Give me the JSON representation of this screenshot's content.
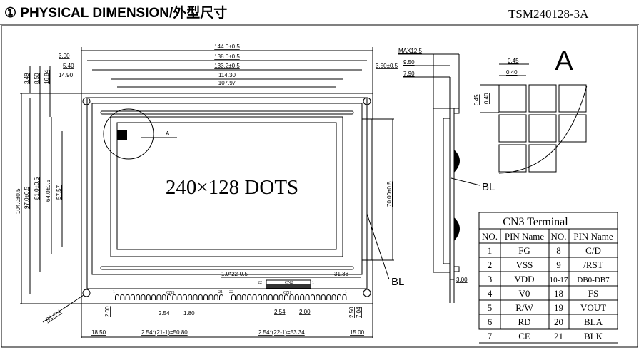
{
  "header": {
    "title": "① PHYSICAL DIMENSION/外型尺寸",
    "model": "TSM240128-3A"
  },
  "front": {
    "dims_h": [
      "144.0±0.5",
      "138.0±0.5",
      "133.2±0.5",
      "114.30",
      "107.97",
      "3.00",
      "5.40",
      "14.90",
      "3.50±0.5"
    ],
    "dims_v_top": [
      "3.49",
      "8.50",
      "16.84"
    ],
    "dims_v_left": [
      "104.0±0.5",
      "97.0±0.5",
      "81.0±0.5",
      "64.0±0.5",
      "57.57"
    ],
    "dots_label": "240×128 DOTS",
    "detail_ref": "A",
    "height_dim": "70.00±0.5",
    "bl": "BL",
    "cn2": {
      "pitch": "1.0*22-0.5",
      "offset": "31.38",
      "name": "CN2",
      "first": "22",
      "last": "1"
    },
    "cn3": {
      "name": "CN3",
      "first": "1",
      "last": "21"
    },
    "cn1": {
      "name": "CN1",
      "first": "22",
      "last": "1"
    },
    "bottom_dims": [
      "2.00",
      "2.54",
      "1.80",
      "2.54",
      "2.00",
      "2.50",
      "7.04",
      "18.50",
      "2.54*(21-1)=50.80",
      "2.54*(22-1)=53.34",
      "15.00"
    ],
    "hole": "R1.6*4"
  },
  "side": {
    "dims": [
      "MAX12.5",
      "9.50",
      "7.90",
      "3.00"
    ],
    "bl": "BL"
  },
  "detail": {
    "title": "A",
    "dims": [
      "0.45",
      "0.40",
      "0.45",
      "0.40"
    ]
  },
  "table": {
    "title": "CN3 Terminal",
    "headers": [
      "NO.",
      "PIN Name",
      "NO.",
      "PIN Name"
    ],
    "rows": [
      [
        "1",
        "FG",
        "8",
        "C/D"
      ],
      [
        "2",
        "VSS",
        "9",
        "/RST"
      ],
      [
        "3",
        "VDD",
        "10-17",
        "DB0-DB7"
      ],
      [
        "4",
        "V0",
        "18",
        "FS"
      ],
      [
        "5",
        "R/W",
        "19",
        "VOUT"
      ],
      [
        "6",
        "RD",
        "20",
        "BLA"
      ],
      [
        "7",
        "CE",
        "21",
        "BLK"
      ]
    ]
  }
}
